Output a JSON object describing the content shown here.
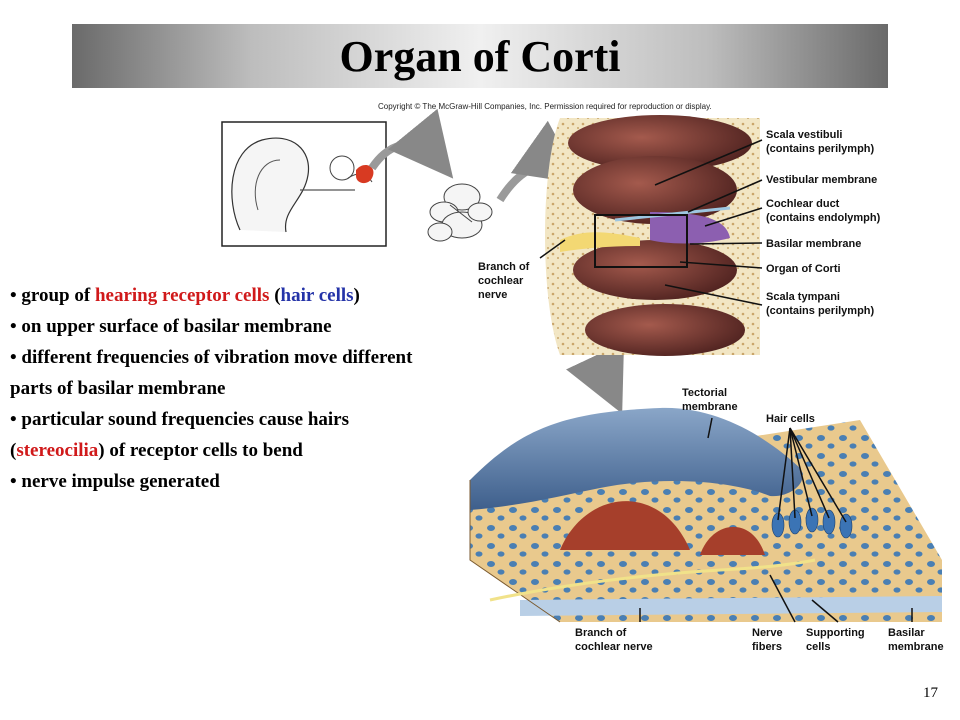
{
  "title": "Organ of Corti",
  "copyright": "Copyright © The McGraw-Hill Companies, Inc. Permission required for reproduction or display.",
  "bullets": [
    {
      "parts": [
        {
          "t": "• group of "
        },
        {
          "t": "hearing receptor cells",
          "c": "red"
        },
        {
          "t": " ("
        },
        {
          "t": "hair cells",
          "c": "blue"
        },
        {
          "t": ")"
        }
      ]
    },
    {
      "parts": [
        {
          "t": "• on upper surface of basilar membrane"
        }
      ]
    },
    {
      "parts": [
        {
          "t": "• different frequencies of vibration move different parts of basilar membrane"
        }
      ]
    },
    {
      "parts": [
        {
          "t": "• particular sound frequencies cause hairs ("
        },
        {
          "t": "stereocilia",
          "c": "red"
        },
        {
          "t": ") of receptor cells to bend"
        }
      ]
    },
    {
      "parts": [
        {
          "t": "• nerve impulse generated"
        }
      ]
    }
  ],
  "top_labels": {
    "scala_vestibuli": [
      "Scala vestibuli",
      "(contains perilymph)"
    ],
    "vestibular_membrane": [
      "Vestibular membrane"
    ],
    "cochlear_duct": [
      "Cochlear duct",
      "(contains endolymph)"
    ],
    "basilar_membrane": [
      "Basilar membrane"
    ],
    "organ_of_corti": [
      "Organ of Corti"
    ],
    "scala_tympani": [
      "Scala tympani",
      "(contains perilymph)"
    ],
    "branch_of_cochlear_nerve": [
      "Branch of",
      "cochlear",
      "nerve"
    ]
  },
  "bottom_labels": {
    "tectorial_membrane": [
      "Tectorial",
      "membrane"
    ],
    "hair_cells": [
      "Hair cells"
    ],
    "branch_of_cochlear_nerve": [
      "Branch of",
      "cochlear nerve"
    ],
    "nerve_fibers": [
      "Nerve",
      "fibers"
    ],
    "supporting_cells": [
      "Supporting",
      "cells"
    ],
    "basilar_membrane": [
      "Basilar",
      "membrane"
    ]
  },
  "page_number": "17",
  "colors": {
    "red": "#d0191a",
    "blue": "#2433a8"
  }
}
